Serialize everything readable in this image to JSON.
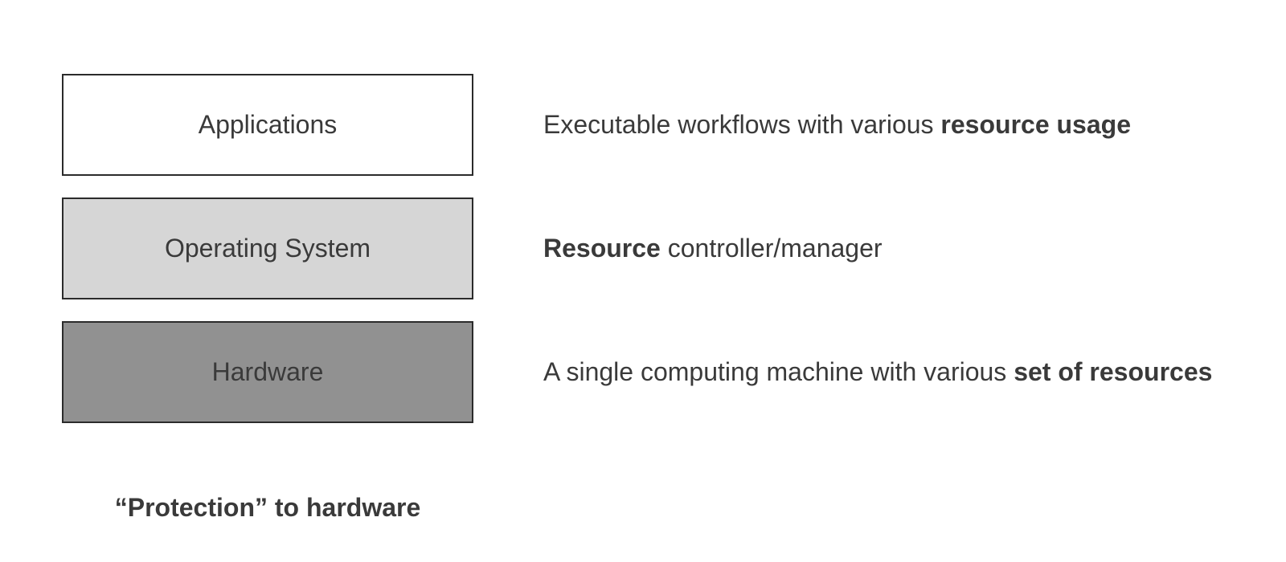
{
  "layers": [
    {
      "label": "Applications",
      "fill": "#ffffff"
    },
    {
      "label": "Operating System",
      "fill": "#d6d6d6"
    },
    {
      "label": "Hardware",
      "fill": "#919191"
    }
  ],
  "descriptions": [
    {
      "before": "Executable workflows with various ",
      "bold": "resource usage",
      "after": ""
    },
    {
      "before": "",
      "bold": "Resource",
      "after": " controller/manager"
    },
    {
      "before": "A single computing machine with various ",
      "bold": "set of resources",
      "after": ""
    }
  ],
  "caption": "“Protection” to hardware",
  "colors": {
    "border": "#2b2b2b",
    "text": "#3a3a3a",
    "background": "#ffffff"
  }
}
